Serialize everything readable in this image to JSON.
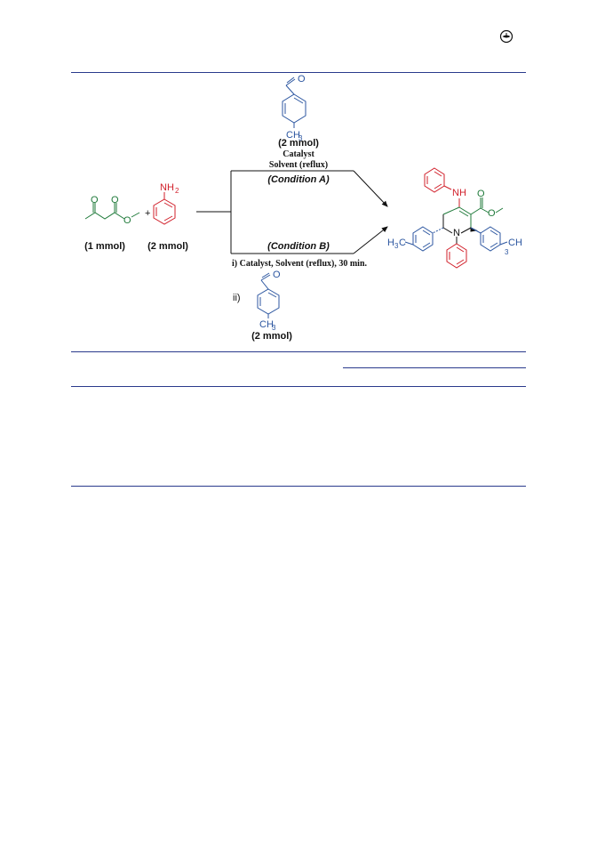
{
  "header": {
    "icon": "circle-logo-icon"
  },
  "colors": {
    "rule": "#2a3a8c",
    "green": "#1f7a3a",
    "red": "#d11f2a",
    "blue": "#2c56a0",
    "black": "#111111"
  },
  "scheme": {
    "reagent_top": {
      "amount": "(2 mmol)",
      "line1": "Catalyst",
      "line2": "Solvent (reflux)"
    },
    "condition_a": "(Condition A)",
    "condition_b": "(Condition B)",
    "step_i": "i) Catalyst, Solvent (reflux), 30 min.",
    "step_ii_label": "ii)",
    "reagent_bottom_amount": "(2 mmol)",
    "ketoester_amount": "(1 mmol)",
    "aniline_amount": "(2 mmol)",
    "plus": "+",
    "atoms": {
      "O": "O",
      "CH3": "CH",
      "sub3": "3",
      "NH2": "NH",
      "sub2": "2",
      "NH": "NH",
      "N": "N",
      "H3C": "H",
      "C": "C"
    }
  }
}
